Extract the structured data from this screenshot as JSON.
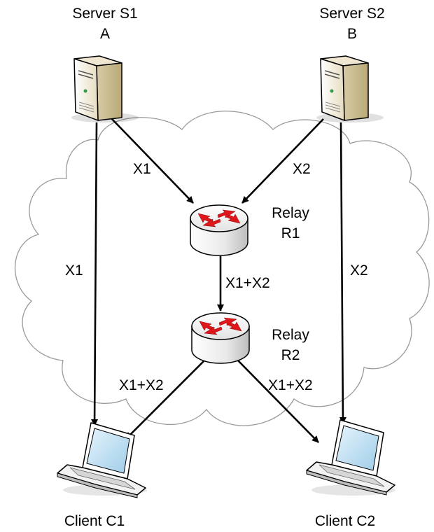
{
  "nodes": {
    "server_s1": {
      "title": "Server S1",
      "subtitle": "A"
    },
    "server_s2": {
      "title": "Server S2",
      "subtitle": "B"
    },
    "relay_r1": {
      "title": "Relay",
      "subtitle": "R1"
    },
    "relay_r2": {
      "title": "Relay",
      "subtitle": "R2"
    },
    "client_c1": {
      "title": "Client C1"
    },
    "client_c2": {
      "title": "Client C2"
    }
  },
  "edges": {
    "s1_to_r1": "X1",
    "s2_to_r1": "X2",
    "s1_to_c1": "X1",
    "s2_to_c2": "X2",
    "r1_to_r2": "X1+X2",
    "r2_to_c1": "X1+X2",
    "r2_to_c2": "X1+X2"
  },
  "colors": {
    "server_body": "#ece3cc",
    "router_body": "#e8e8e8",
    "router_arrows": "#e0161d",
    "laptop_screen": "#bfe0f4",
    "cloud_outline": "#9a9a9a",
    "edges": "#000000"
  }
}
